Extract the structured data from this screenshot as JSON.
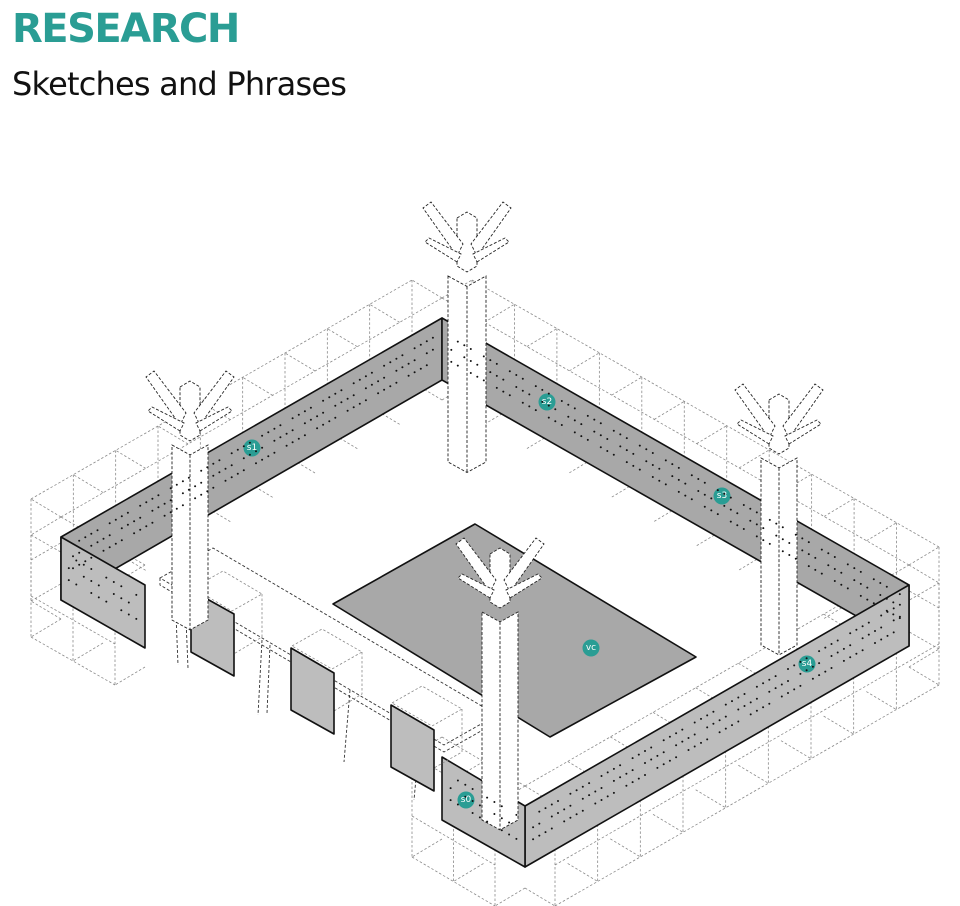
{
  "header": {
    "title": "RESEARCH",
    "subtitle": "Sketches and Phrases"
  },
  "colors": {
    "accent": "#2a9d94",
    "wall_fill": "#a8a8a8",
    "floor_fill": "#a8a8a8",
    "line": "#111111"
  },
  "markers": {
    "s0": "s0",
    "s1": "s1",
    "s2": "s2",
    "s3": "s3",
    "s4": "s4",
    "vc": "vc"
  }
}
